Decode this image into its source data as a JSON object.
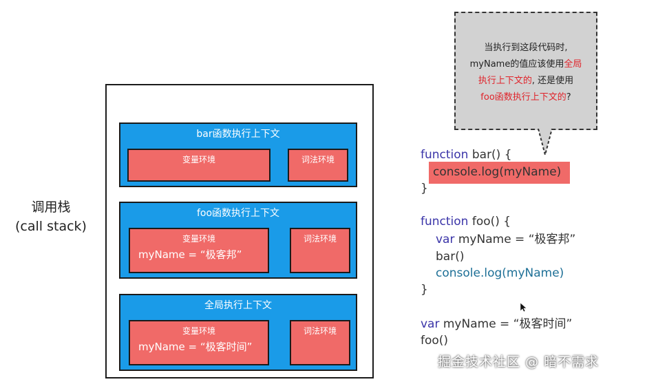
{
  "stack_label": {
    "line1": "调用栈",
    "line2": "(call stack)"
  },
  "contexts": [
    {
      "title": "bar函数执行上下文",
      "variable_env": {
        "title": "变量环境",
        "var": ""
      },
      "lexical_env": {
        "title": "词法环境"
      }
    },
    {
      "title": "foo函数执行上下文",
      "variable_env": {
        "title": "变量环境",
        "var": "myName = “极客邦”"
      },
      "lexical_env": {
        "title": "词法环境"
      }
    },
    {
      "title": "全局执行上下文",
      "variable_env": {
        "title": "变量环境",
        "var": "myName = “极客时间”"
      },
      "lexical_env": {
        "title": "词法环境"
      }
    }
  ],
  "bubble": {
    "line1": "当执行到这段代码时,",
    "line2a": "myName的值应该使用",
    "line2b": "全局",
    "line3a": "执行上下文的",
    "line3b": ", 还是使用",
    "line4a": "foo函数执行上下文的",
    "line4b": "?"
  },
  "code": {
    "bar_kw": "function",
    "bar_sig": " bar() {",
    "bar_body": "console.log(myName)",
    "bar_close": "}",
    "foo_kw": "function",
    "foo_sig": " foo() {",
    "foo_l1_kw": "var",
    "foo_l1": " myName = “极客邦”",
    "foo_l2": "bar()",
    "foo_l3": "console.log(myName)",
    "foo_close": "}",
    "g1_kw": "var",
    "g1": " myName = “极客时间”",
    "g2": "foo()"
  },
  "watermark": "掘金技术社区 @ 暗不需求",
  "colors": {
    "context_blue": "#1a9be8",
    "env_red": "#f06a68",
    "highlight_red": "#f06a68",
    "keyword_purple": "#3a34a8",
    "bubble_gray": "#d2d2d2"
  },
  "icons": {
    "cursor": "mouse-pointer-icon"
  }
}
